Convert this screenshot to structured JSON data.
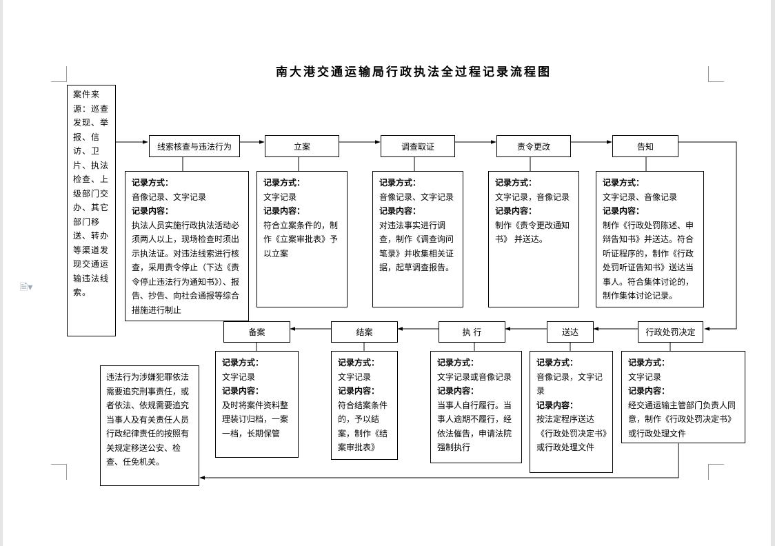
{
  "title": "南大港交通运输局行政执法全过程记录流程图",
  "source": "案件来源：巡查发现、举报、信访、卫片、执法检查、上级部门交办、其它部门移送、转办等渠道发现交通运输违法线索。",
  "labels": {
    "method": "记录方式：",
    "content": "记录内容："
  },
  "steps": {
    "s1": {
      "name": "线索核查与违法行为",
      "method": "音像记录、文字记录",
      "content": "执法人员实施行政执法活动必须两人以上，现场检查时须出示执法证。对违法线索进行核查，采用责令停止（下达《责令停止违法行为通知书》）、报告、抄告、向社会通报等综合措施进行制止"
    },
    "s2": {
      "name": "立案",
      "method": "文字记录",
      "content": "符合立案条件的，制作《立案审批表》予以立案"
    },
    "s3": {
      "name": "调查取证",
      "method": "音像记录、文字记录",
      "content": "对违法事实进行调查，制作《调查询问笔录》并收集相关证据，起草调查报告。"
    },
    "s4": {
      "name": "责令更改",
      "method": "文字记录，音像记录",
      "content": "制作《责令更改通知书》 并送达。"
    },
    "s5": {
      "name": "告知",
      "method": "文字记录、音像记录",
      "content": "制作《行政处罚陈述、申辩告知书》并送达。符合听证程序的，制作《行政处罚听证告知书》送达当事人。符合集体讨论的，制作集体讨论记录。"
    },
    "s6": {
      "name": "行政处罚决定",
      "method": "文字记录",
      "content": "经交通运输主管部门负责人同意，制作《行政处罚决定书》或行政处理文件"
    },
    "s7": {
      "name": "送达",
      "method": "音像记录，文字记录",
      "content": "按法定程序送达《行政处罚决定书》或行政处理文件"
    },
    "s8": {
      "name": "执 行",
      "method": "文字记录或音像记录",
      "content": "当事人自行履行。当事人逾期不履行，经依法催告，申请法院强制执行"
    },
    "s9": {
      "name": "结案",
      "method": "文字记录",
      "content": "符合结案条件的，予以结案，制作《结案审批表》"
    },
    "s10": {
      "name": "备案",
      "method": "文字记录",
      "content": "及时将案件资料整理装订归档，一案一档，长期保管"
    }
  },
  "criminal": "违法行为涉嫌犯罪依法需要追究刑事责任，或者依法、依规需要追究当事人及有关责任人员行政纪律责任的按照有关规定移送公安、检查、任免机关。"
}
